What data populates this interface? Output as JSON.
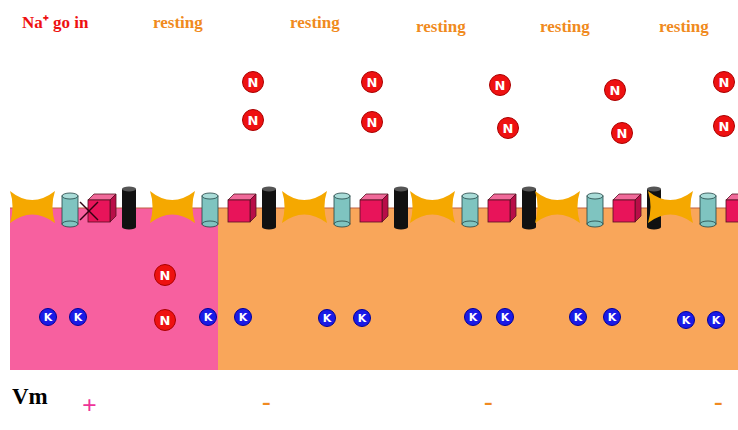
{
  "diagram": {
    "nodes": [
      {
        "text": [
          "N"
        ]
      },
      {
        "text": [
          "N"
        ]
      },
      {
        "text": [
          "N"
        ]
      },
      {
        "text": [
          "N"
        ]
      },
      {
        "text": [
          "N"
        ]
      },
      {
        "text": [
          "N"
        ]
      },
      {
        "text": [
          "N"
        ]
      },
      {
        "text": [
          "N"
        ]
      },
      {
        "text": [
          "N"
        ]
      },
      {
        "text": [
          "N"
        ]
      },
      {
        "text": [
          "N"
        ]
      },
      {
        "text": [
          "K"
        ]
      },
      {
        "text": [
          "K"
        ]
      },
      {
        "text": [
          "N"
        ]
      },
      {
        "text": [
          "K"
        ]
      },
      {
        "text": [
          "K"
        ]
      },
      {
        "text": [
          "K"
        ]
      },
      {
        "text": [
          "K"
        ]
      },
      {
        "text": [
          "K"
        ]
      },
      {
        "text": [
          "K"
        ]
      },
      {
        "text": [
          "K"
        ]
      },
      {
        "text": [
          "K"
        ]
      },
      {
        "text": [
          "K"
        ]
      },
      {
        "text": [
          "K"
        ]
      }
    ],
    "labels": [
      "Na⁺ go in",
      "resting",
      "resting",
      "resting",
      "resting",
      "resting",
      "Vm",
      "+",
      "-",
      "-",
      "-"
    ]
  }
}
